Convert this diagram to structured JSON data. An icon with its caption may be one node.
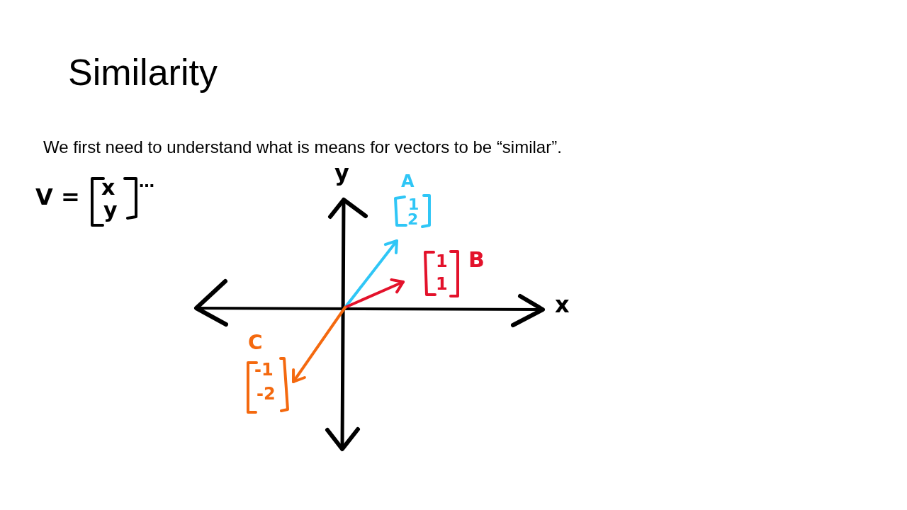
{
  "diagram": {
    "title": "Similarity",
    "labels": [
      "We first need to understand what is means for vectors to be “similar”.",
      "V =",
      "x",
      "y",
      "…",
      "y",
      "A",
      "1",
      "2",
      "1",
      "1",
      "B",
      "x",
      "C",
      "-1",
      "-2"
    ]
  }
}
